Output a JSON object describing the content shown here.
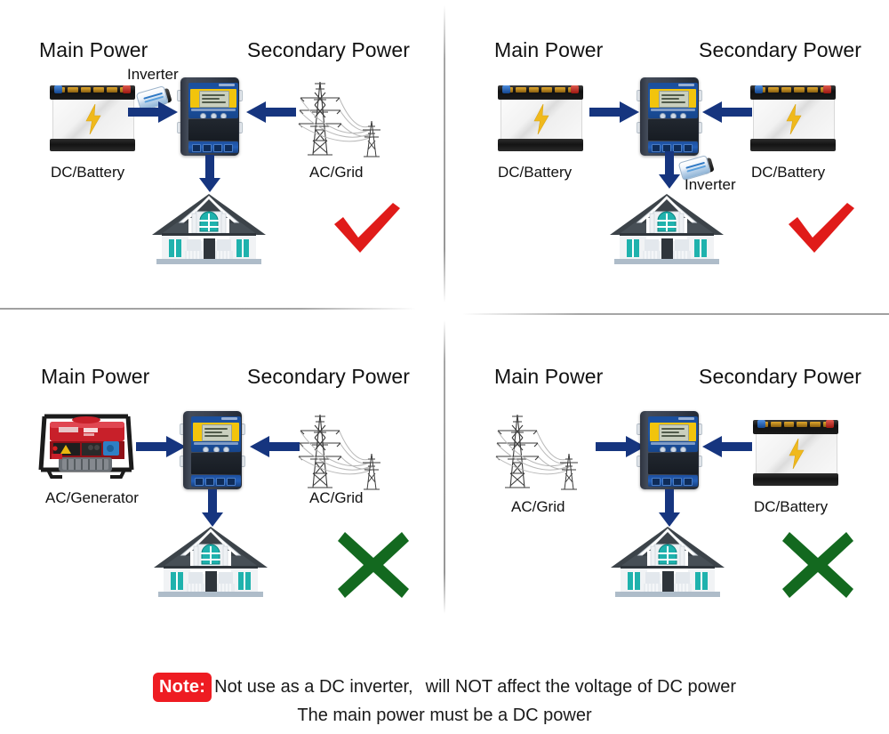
{
  "diagram": {
    "title_context": "Power source wiring configurations for hybrid charge controller",
    "panels": [
      {
        "id": "panel-1",
        "main_header": "Main Power",
        "secondary_header": "Secondary Power",
        "main_source_label": "DC/Battery",
        "main_source_icon": "battery-icon",
        "secondary_source_label": "AC/Grid",
        "secondary_source_icon": "power-pylon-icon",
        "inverter_label": "Inverter",
        "inverter_position": "input-side",
        "verdict": "correct",
        "verdict_icon": "red-check-icon",
        "verdict_color": "#e01b19",
        "load_icon": "house-icon"
      },
      {
        "id": "panel-2",
        "main_header": "Main Power",
        "secondary_header": "Secondary Power",
        "main_source_label": "DC/Battery",
        "main_source_icon": "battery-icon",
        "secondary_source_label": "DC/Battery",
        "secondary_source_icon": "battery-icon",
        "inverter_label": "Inverter",
        "inverter_position": "output-side",
        "verdict": "correct",
        "verdict_icon": "red-check-icon",
        "verdict_color": "#e01b19",
        "load_icon": "house-icon"
      },
      {
        "id": "panel-3",
        "main_header": "Main Power",
        "secondary_header": "Secondary Power",
        "main_source_label": "AC/Generator",
        "main_source_icon": "generator-icon",
        "secondary_source_label": "AC/Grid",
        "secondary_source_icon": "power-pylon-icon",
        "inverter_label": "",
        "inverter_position": "none",
        "verdict": "incorrect",
        "verdict_icon": "green-cross-icon",
        "verdict_color": "#13691f",
        "load_icon": "house-icon"
      },
      {
        "id": "panel-4",
        "main_header": "Main Power",
        "secondary_header": "Secondary Power",
        "main_source_label": "AC/Grid",
        "main_source_icon": "power-pylon-icon",
        "secondary_source_label": "DC/Battery",
        "secondary_source_icon": "battery-icon",
        "inverter_label": "",
        "inverter_position": "none",
        "verdict": "incorrect",
        "verdict_icon": "green-cross-icon",
        "verdict_color": "#13691f",
        "load_icon": "house-icon"
      }
    ],
    "colors": {
      "arrow": "#16357f",
      "check": "#e01b19",
      "cross": "#13691f",
      "note_badge_bg": "#ee1c22",
      "device_blue": "#1c55a8",
      "device_yellow": "#f2c40c",
      "house_roof": "#3c4349",
      "house_teal": "#1fb2ad",
      "generator_red": "#c8202a"
    }
  },
  "note": {
    "badge": "Note:",
    "line1_part1": "Not use as a DC inverter,",
    "line1_part2": "will NOT affect the voltage of DC power",
    "line2": "The main power must be a DC power"
  }
}
